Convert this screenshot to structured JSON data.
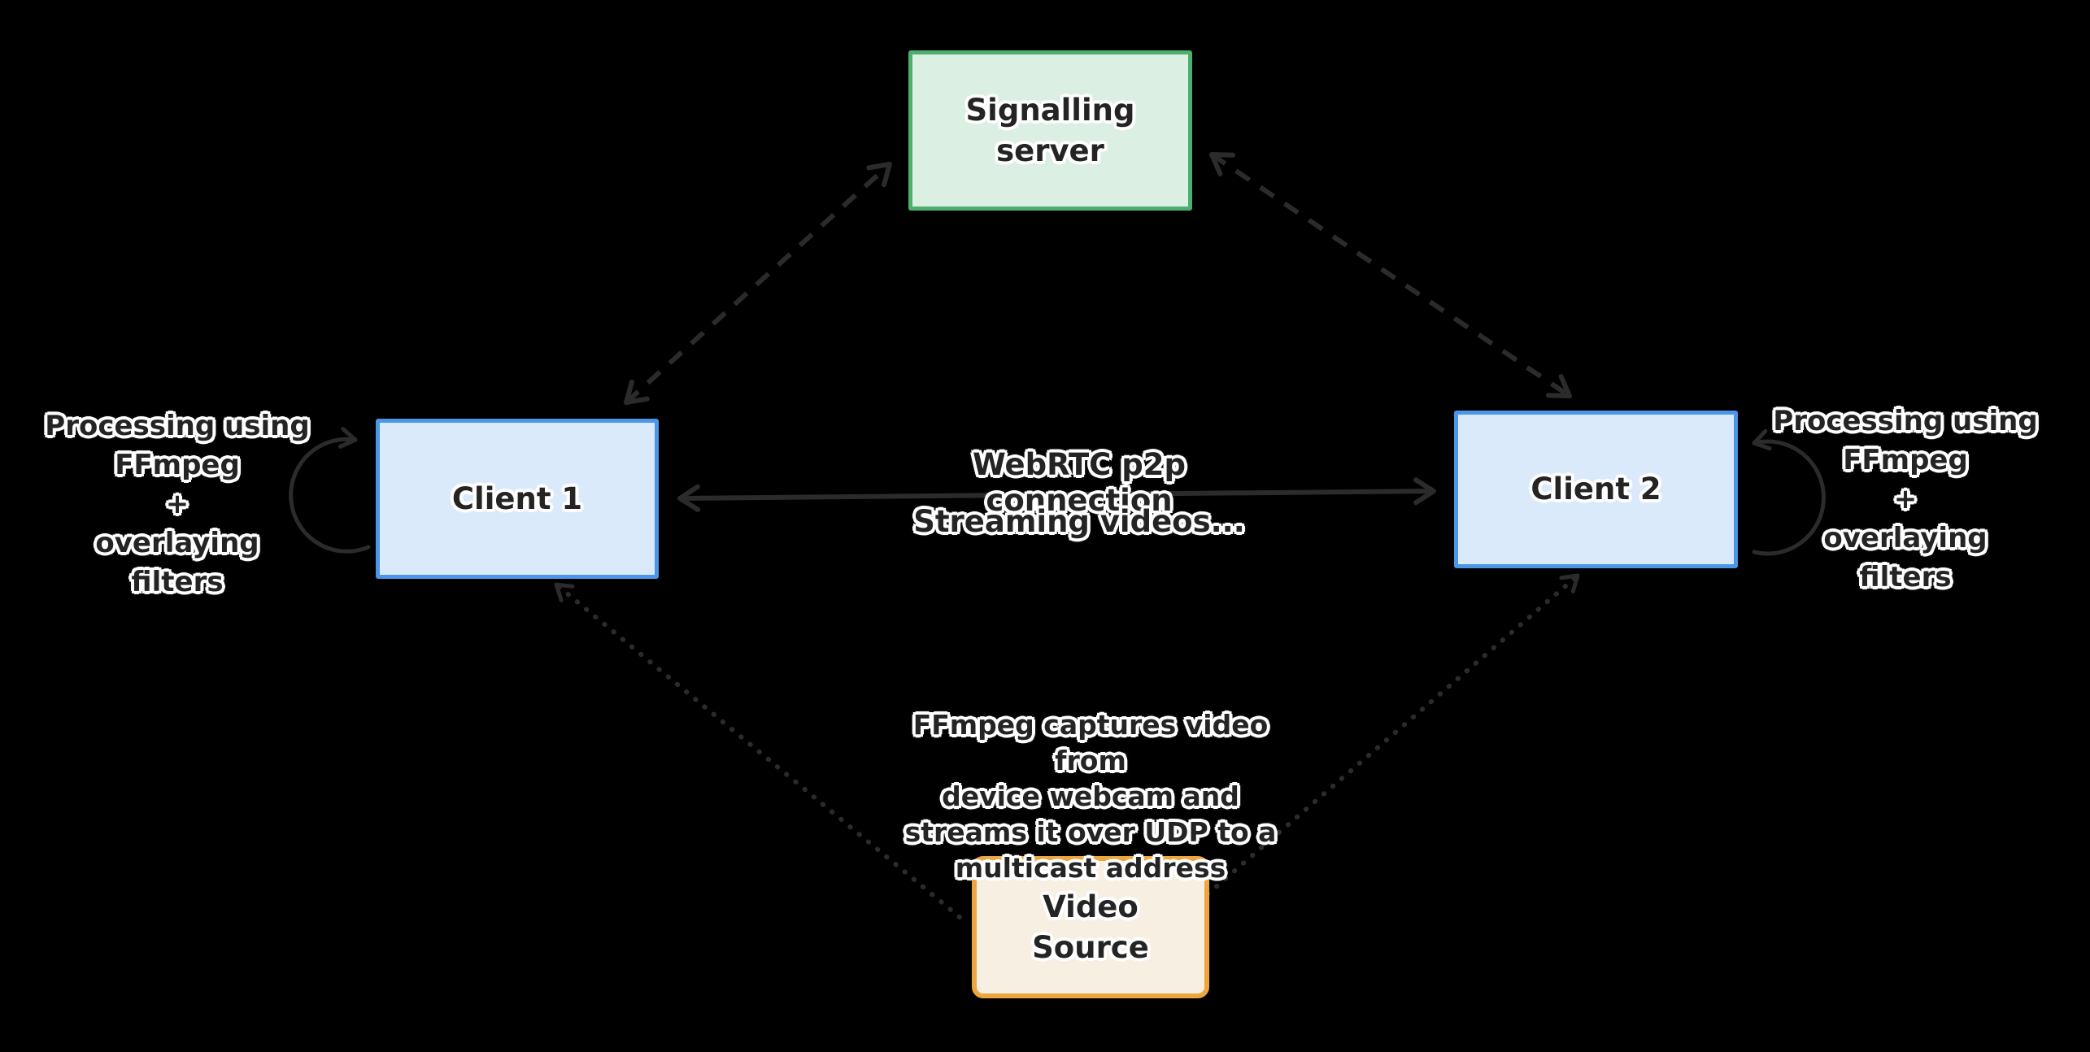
{
  "diagram": {
    "background_color": "#000000",
    "stroke_color": "#2b2b2b",
    "text_color": "#242424",
    "text_halo_color": "#ffffff",
    "nodes": {
      "signalling_server": {
        "label": "Signalling\nserver",
        "border_color": "#4caf6e",
        "fill_color": "#dcefe3"
      },
      "client_1": {
        "label": "Client 1",
        "border_color": "#4a96e8",
        "fill_color": "#dbeafb"
      },
      "client_2": {
        "label": "Client 2",
        "border_color": "#4a96e8",
        "fill_color": "#dbeafb"
      },
      "video_source": {
        "label": "Video\nSource",
        "border_color": "#eda63f",
        "fill_color": "#f8efe3"
      }
    },
    "annotations": {
      "client_1_note": "Processing using\nFFmpeg\n+\noverlaying\nfilters",
      "client_2_note": "Processing using\nFFmpeg\n+\noverlaying\nfilters",
      "p2p_label": "WebRTC p2p connection",
      "streaming_label": "Streaming videos...",
      "video_source_note": "FFmpeg captures video from\ndevice webcam and\nstreams it over UDP to a\nmulticast address"
    },
    "edges": [
      {
        "from": "client_1",
        "to": "signalling_server",
        "style": "dashed",
        "bidirectional": true
      },
      {
        "from": "signalling_server",
        "to": "client_2",
        "style": "dashed",
        "bidirectional": true
      },
      {
        "from": "client_1",
        "to": "client_2",
        "style": "solid",
        "bidirectional": true,
        "labels": [
          "WebRTC p2p connection",
          "Streaming videos..."
        ]
      },
      {
        "from": "video_source",
        "to": "client_1",
        "style": "dotted",
        "bidirectional": false
      },
      {
        "from": "video_source",
        "to": "client_2",
        "style": "dotted",
        "bidirectional": false
      },
      {
        "from": "client_1",
        "to": "client_1",
        "style": "self-loop",
        "bidirectional": false
      },
      {
        "from": "client_2",
        "to": "client_2",
        "style": "self-loop",
        "bidirectional": false
      }
    ]
  }
}
